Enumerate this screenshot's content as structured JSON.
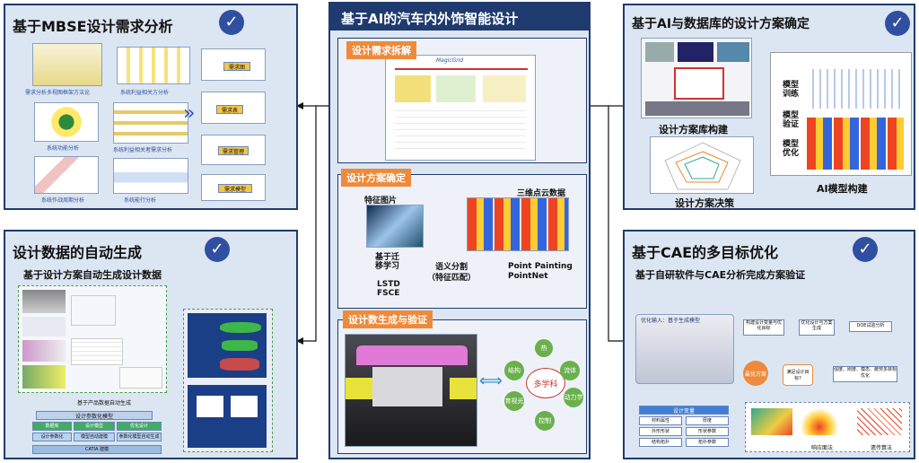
{
  "center": {
    "title": "基于AI的汽车内外饰智能设计",
    "tag1": "设计需求拆解",
    "tag2": "设计方案确定",
    "tag3": "设计数生成与验证",
    "feature_image": "特征图片",
    "pointcloud": "三维点云数据",
    "transfer": "基于迁\n移学习",
    "lstd": "LSTD\nFSCE",
    "semantic": "语义分割\n（特征匹配）",
    "pointpainting": "Point Painting\nPointNet",
    "doc_logo": "MagicGrid",
    "ring_center": "多学科",
    "ring_items": [
      "热",
      "流体",
      "动力学",
      "控制",
      "育视光",
      "结构"
    ]
  },
  "mbse": {
    "title": "基于MBSE设计需求分析",
    "caps": [
      "需求分析多视图框架方法论",
      "系统利益相关方分析",
      "系统功能分析",
      "系统利益相关者需求分析",
      "系统作战周期分析",
      "系统能行分析"
    ],
    "right_cards": [
      "需求图",
      "需求表",
      "需求管理",
      "需求模型"
    ]
  },
  "autogen": {
    "title": "设计数据的自动生成",
    "subtitle": "基于设计方案自动生成设计数据",
    "mid_block_title": "基于产品数据自动生成",
    "grid_header": "设计参数化模型",
    "grid_rows": [
      [
        "数据库",
        "设计模型",
        "优化设计"
      ],
      [
        "设计参数化",
        "模型自动建模",
        "参数化模型自动生成"
      ]
    ],
    "bottom": "CATIA 建模"
  },
  "ai_db": {
    "title": "基于AI与数据库的设计方案确定",
    "lib": "设计方案库构建",
    "decision": "设计方案决策",
    "model": "AI模型构建",
    "steps": [
      "模型\n训练",
      "模型\n验证",
      "模型\n优化"
    ]
  },
  "cae": {
    "title": "基于CAE的多目标优化",
    "subtitle": "基于自研软件与CAE分析完成方案验证",
    "input_label": "优化输入：基于生成模型",
    "flow": [
      "构建设计变量与优化目标",
      "优化设计与方案生成",
      "DOE试验分析",
      "最优方案",
      "满足设计目标?",
      "强度、刚度、模态、疲劳多目标优化"
    ],
    "var_title": "设计变量",
    "vars": [
      [
        "材料属性",
        "厚度"
      ],
      [
        "外形形状",
        "形状参数"
      ],
      [
        "结构拓扑",
        "拓扑参数"
      ]
    ],
    "tools": [
      "响应面法",
      "遗传算法"
    ]
  }
}
